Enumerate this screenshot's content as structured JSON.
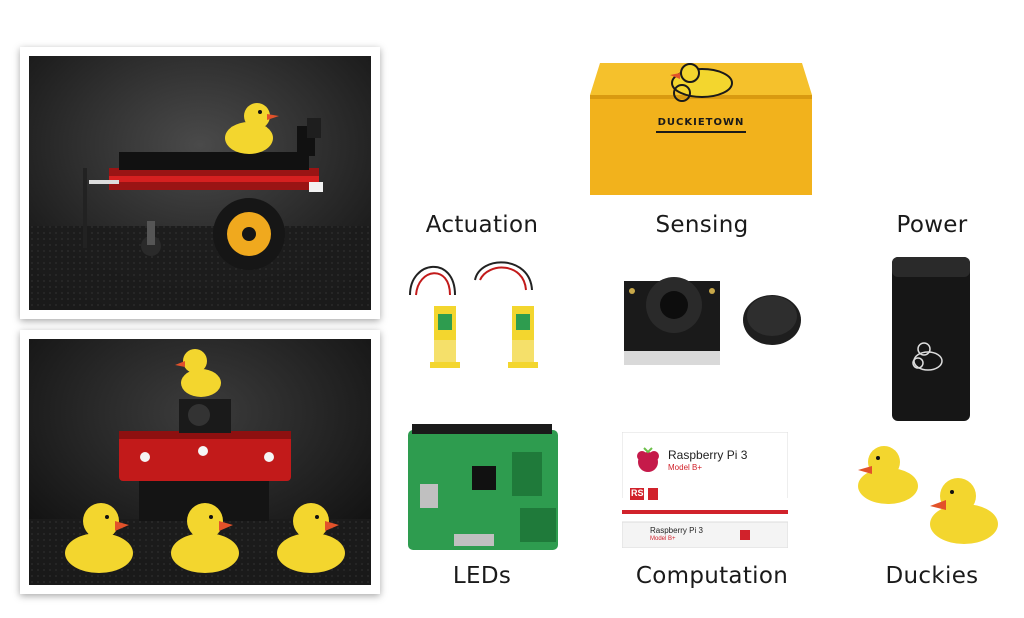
{
  "categories": {
    "actuation": "Actuation",
    "sensing": "Sensing",
    "power": "Power",
    "leds": "LEDs",
    "computation": "Computation",
    "duckies": "Duckies"
  },
  "box": {
    "brand": "DUCKIETOWN"
  },
  "rpi_box": {
    "title": "Raspberry Pi 3",
    "model": "Model B+",
    "side_title": "Raspberry Pi 3",
    "side_model": "Model B+",
    "rs_logo": "RS"
  },
  "colors": {
    "duck_yellow": "#f3d62e",
    "beak_orange": "#e2522a",
    "chassis_red": "#c21a1a",
    "box_yellow": "#f2b21c",
    "pcb_green": "#2e9c4f"
  }
}
